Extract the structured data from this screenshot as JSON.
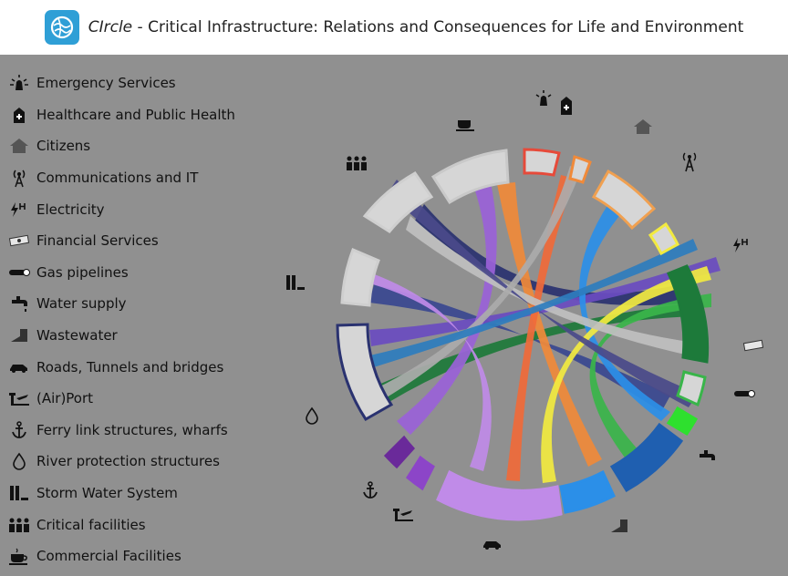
{
  "header": {
    "brand": "CIrcle",
    "separator": " - ",
    "title": "Critical Infrastructure: Relations and Consequences for Life and Environment",
    "logo_icon": "globe-network-icon",
    "logo_color": "#2f9fd6"
  },
  "legend": [
    {
      "label": "Emergency Services",
      "icon": "siren-icon"
    },
    {
      "label": "Healthcare and Public Health",
      "icon": "hospital-icon"
    },
    {
      "label": "Citizens",
      "icon": "house-icon"
    },
    {
      "label": "Communications and IT",
      "icon": "antenna-icon"
    },
    {
      "label": "Electricity",
      "icon": "electricity-icon"
    },
    {
      "label": "Financial Services",
      "icon": "money-icon"
    },
    {
      "label": "Gas pipelines",
      "icon": "gas-pipe-icon"
    },
    {
      "label": "Water supply",
      "icon": "faucet-icon"
    },
    {
      "label": "Wastewater",
      "icon": "wastewater-icon"
    },
    {
      "label": "Roads, Tunnels and bridges",
      "icon": "car-icon"
    },
    {
      "label": "(Air)Port",
      "icon": "airport-icon"
    },
    {
      "label": "Ferry link structures, wharfs",
      "icon": "anchor-icon"
    },
    {
      "label": "River protection structures",
      "icon": "water-drop-icon"
    },
    {
      "label": "Storm Water System",
      "icon": "storm-drain-icon"
    },
    {
      "label": "Critical facilities",
      "icon": "people-icon"
    },
    {
      "label": "Commercial Facilities",
      "icon": "coffee-cup-icon"
    }
  ],
  "colors": {
    "panel_background": "#909090",
    "segment_fill": "#d6d6d6",
    "emergency": "#e64a3a",
    "healthcare": "#f08a3a",
    "citizens": "#f0a050",
    "communications": "#f2ea40",
    "electricity": "#1d7a3a",
    "financial": "#39b54a",
    "gas": "#2ee02e",
    "water_supply": "#1f5fb0",
    "wastewater": "#2b8fe8",
    "roads": "#c08be8",
    "airport": "#8c45c8",
    "ferry": "#6a2a9a",
    "chord_dark": "#2a3270",
    "chord_gray": "#bdbdbd"
  }
}
